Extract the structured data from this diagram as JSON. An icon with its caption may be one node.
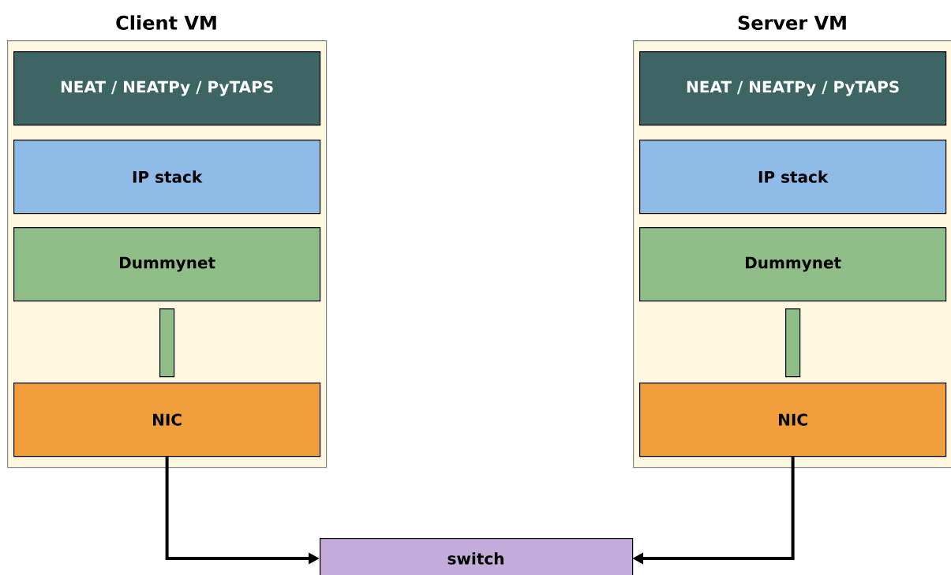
{
  "diagram": {
    "nodes": [
      {
        "text": [
          "Client VM"
        ]
      },
      {
        "text": [
          "NEAT / NEATPy / PyTAPS"
        ],
        "in": 0
      },
      {
        "text": [
          "IP stack"
        ],
        "in": 0
      },
      {
        "text": [
          "Dummynet"
        ],
        "in": 0
      },
      {
        "text": [],
        "shape": "bar",
        "in": 0
      },
      {
        "text": [
          "NIC"
        ],
        "in": 0
      },
      {
        "text": [
          "Server VM"
        ]
      },
      {
        "text": [
          "NEAT / NEATPy / PyTAPS"
        ],
        "in": 6
      },
      {
        "text": [
          "IP stack"
        ],
        "in": 6
      },
      {
        "text": [
          "Dummynet"
        ],
        "in": 6
      },
      {
        "text": [],
        "shape": "bar",
        "in": 6
      },
      {
        "text": [
          "NIC"
        ],
        "in": 6
      },
      {
        "text": [
          "switch"
        ]
      }
    ],
    "edges": [
      {
        "from": 5,
        "to": 12,
        "arrow": "to"
      },
      {
        "from": 11,
        "to": 12,
        "arrow": "to"
      }
    ]
  }
}
